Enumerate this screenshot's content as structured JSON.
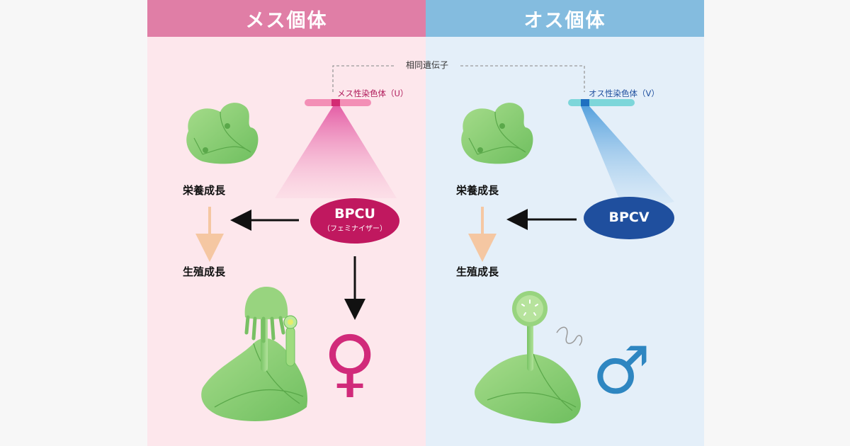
{
  "female_header": "メス個体",
  "male_header": "オス個体",
  "homologous_gene": "相同遺伝子",
  "female_chromosome": "メス性染色体（U）",
  "male_chromosome": "オス性染色体（V）",
  "female": {
    "vegetative": "栄養成長",
    "reproductive": "生殖成長",
    "gene": "BPCU",
    "gene_sub": "（フェミナイザー）",
    "symbol": "♀"
  },
  "male": {
    "vegetative": "栄養成長",
    "reproductive": "生殖成長",
    "gene": "BPCV",
    "symbol": "♂"
  },
  "colors": {
    "female_header": "#e07ea6",
    "male_header": "#84bcdf",
    "female_bg": "#fde7ec",
    "male_bg": "#e4eff9",
    "bpcu": "#c0185f",
    "bpcv": "#1f4f9e",
    "plant_green": "#8fd07a",
    "stage_arrow": "#f5c7a2",
    "female_symbol": "#d12a7a",
    "male_symbol": "#2e86c1"
  }
}
